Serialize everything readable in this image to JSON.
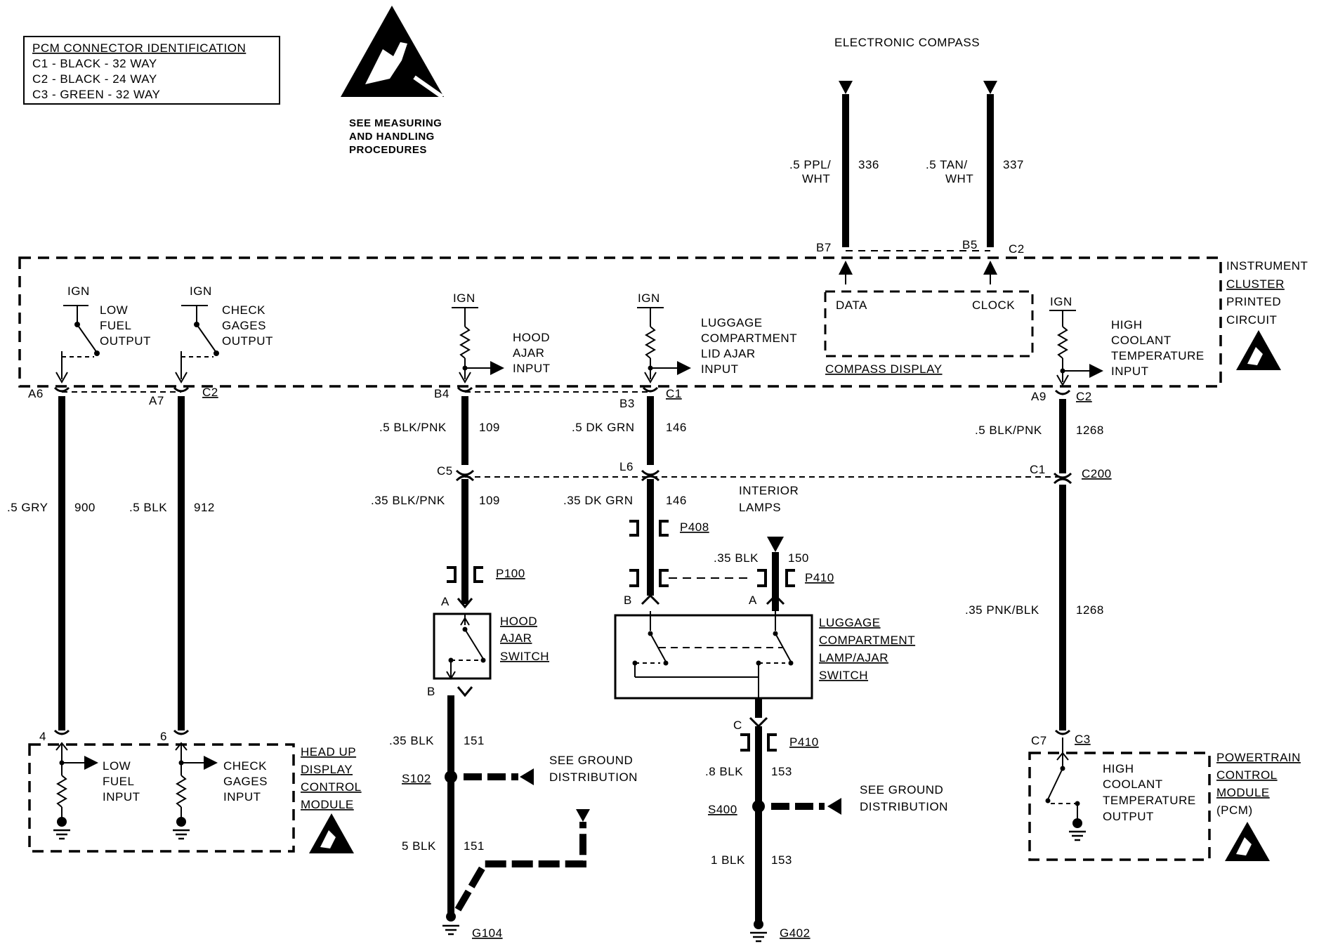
{
  "pcm_box": {
    "title": "PCM CONNECTOR IDENTIFICATION",
    "c1": "C1 - BLACK - 32 WAY",
    "c2": "C2 - BLACK - 24 WAY",
    "c3": "C3 - GREEN - 32 WAY"
  },
  "esd_note": [
    "SEE MEASURING",
    "AND HANDLING",
    "PROCEDURES"
  ],
  "compass": {
    "title": "ELECTRONIC COMPASS",
    "w1_color": [
      ".5 PPL/",
      "WHT"
    ],
    "w1_num": "336",
    "w2_color": [
      ".5 TAN/",
      "WHT"
    ],
    "w2_num": "337",
    "pin1": "B7",
    "pin2": "B5",
    "conn": "C2",
    "data": "DATA",
    "clock": "CLOCK",
    "display": "COMPASS DISPLAY"
  },
  "cluster": {
    "label": [
      "INSTRUMENT",
      "CLUSTER",
      "PRINTED",
      "CIRCUIT"
    ],
    "ign": "IGN",
    "low_fuel_output": [
      "LOW",
      "FUEL",
      "OUTPUT"
    ],
    "check_gages_output": [
      "CHECK",
      "GAGES",
      "OUTPUT"
    ],
    "hood_ajar_input": [
      "HOOD",
      "AJAR",
      "INPUT"
    ],
    "luggage_input": [
      "LUGGAGE",
      "COMPARTMENT",
      "LID AJAR",
      "INPUT"
    ],
    "coolant_input": [
      "HIGH",
      "COOLANT",
      "TEMPERATURE",
      "INPUT"
    ]
  },
  "pins": {
    "a6": "A6",
    "a7": "A7",
    "c2a": "C2",
    "b4": "B4",
    "b3": "B3",
    "c1a": "C1",
    "a9": "A9",
    "c2b": "C2",
    "c5": "C5",
    "l6": "L6",
    "c1b": "C1",
    "c200": "C200",
    "hud4": "4",
    "hud6": "6",
    "c7": "C7",
    "c3": "C3"
  },
  "wires": {
    "gry": ".5 GRY",
    "gry_num": "900",
    "blk": ".5 BLK",
    "blk_num": "912",
    "blkpnk1": ".5 BLK/PNK",
    "blkpnk1_num": "109",
    "blkpnk2": ".35 BLK/PNK",
    "blkpnk2_num": "109",
    "dkgrn1": ".5 DK GRN",
    "dkgrn1_num": "146",
    "dkgrn2": ".35 DK GRN",
    "dkgrn2_num": "146",
    "blkpnk3": ".5 BLK/PNK",
    "blkpnk3_num": "1268",
    "pnkblk": ".35 PNK/BLK",
    "pnkblk_num": "1268",
    "blk150": ".35 BLK",
    "blk150_num": "150",
    "blk151a": ".35 BLK",
    "blk151a_num": "151",
    "blk151b": "5 BLK",
    "blk151b_num": "151",
    "blk153a": ".8 BLK",
    "blk153a_num": "153",
    "blk153b": "1 BLK",
    "blk153b_num": "153"
  },
  "connectors": {
    "p100": "P100",
    "p408": "P408",
    "p410a": "P410",
    "p410b": "P410",
    "a_hood": "A",
    "b_hood": "B",
    "b_lug": "B",
    "a_lug": "A",
    "c_lug": "C"
  },
  "interior_lamps": [
    "INTERIOR",
    "LAMPS"
  ],
  "hood_switch": [
    "HOOD",
    "AJAR",
    "SWITCH"
  ],
  "luggage_switch": [
    "LUGGAGE",
    "COMPARTMENT",
    "LAMP/AJAR",
    "SWITCH"
  ],
  "hud": {
    "label": [
      "HEAD UP",
      "DISPLAY",
      "CONTROL",
      "MODULE"
    ],
    "low_fuel": [
      "LOW",
      "FUEL",
      "INPUT"
    ],
    "check_gages": [
      "CHECK",
      "GAGES",
      "INPUT"
    ]
  },
  "pcm": {
    "label": [
      "POWERTRAIN",
      "CONTROL",
      "MODULE",
      "(PCM)"
    ],
    "output": [
      "HIGH",
      "COOLANT",
      "TEMPERATURE",
      "OUTPUT"
    ]
  },
  "ground": {
    "s102": "S102",
    "s400": "S400",
    "see1": [
      "SEE GROUND",
      "DISTRIBUTION"
    ],
    "see2": [
      "SEE GROUND",
      "DISTRIBUTION"
    ],
    "g104": "G104",
    "g402": "G402"
  }
}
